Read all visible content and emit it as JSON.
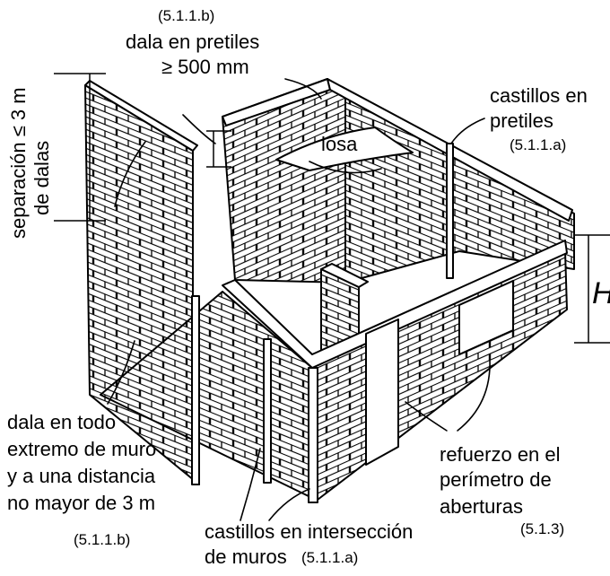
{
  "labels": {
    "dala_pretiles_ref": "(5.1.1.b)",
    "dala_pretiles_line1": "dala en pretiles",
    "dala_pretiles_line2": "≥ 500 mm",
    "castillos_pretiles_line1": "castillos en",
    "castillos_pretiles_line2": "pretiles",
    "castillos_pretiles_ref": "(5.1.1.a)",
    "separacion_line1": "separación ≤ 3 m",
    "separacion_line2": "de dalas",
    "losa": "losa",
    "height_symbol": "H",
    "dala_extremo_line1": "dala en todo",
    "dala_extremo_line2": "extremo de muro",
    "dala_extremo_line3": "y a una distancia",
    "dala_extremo_line4": "no mayor de 3 m",
    "dala_extremo_ref": "(5.1.1.b)",
    "castillos_inter_line1": "castillos en intersección",
    "castillos_inter_line2": "de muros",
    "castillos_inter_ref": "(5.1.1.a)",
    "refuerzo_line1": "refuerzo en el",
    "refuerzo_line2": "perímetro de",
    "refuerzo_line3": "aberturas",
    "refuerzo_ref": "(5.1.3)"
  }
}
